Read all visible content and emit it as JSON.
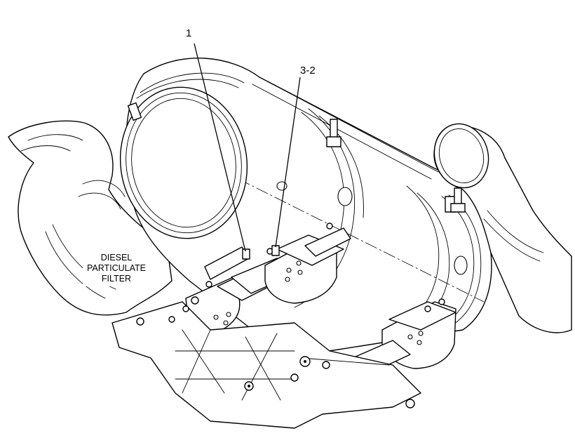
{
  "callouts": [
    {
      "id": "1",
      "text": "1"
    },
    {
      "id": "3-2",
      "text": "3-2"
    }
  ],
  "component_label": {
    "lines": [
      "DIESEL",
      "PARTICULATE",
      "FILTER"
    ]
  }
}
